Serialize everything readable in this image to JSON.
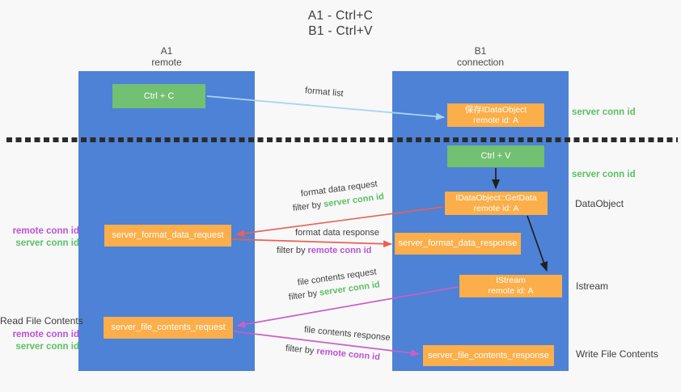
{
  "title": {
    "line1": "A1 - Ctrl+C",
    "line2": "B1 - Ctrl+V"
  },
  "lanes": {
    "a1": {
      "name": "A1",
      "subtitle": "remote"
    },
    "b1": {
      "name": "B1",
      "subtitle": "connection"
    }
  },
  "boxes": {
    "ctrl_c": {
      "label": "Ctrl + C"
    },
    "save_dataobject": {
      "line1": "保存IDataObject",
      "line2": "remote id: A"
    },
    "ctrl_v": {
      "label": "Ctrl + V"
    },
    "getdata": {
      "line1": "IDataObject::GetData",
      "line2": "remote id: A"
    },
    "format_request": {
      "label": "server_format_data_request"
    },
    "format_response": {
      "label": "server_format_data_response"
    },
    "istream": {
      "line1": "IStream",
      "line2": "remote id: A"
    },
    "file_request": {
      "label": "server_file_contents_request"
    },
    "file_response": {
      "label": "server_file_contents_response"
    }
  },
  "side_labels": {
    "server_conn_id_top": "server conn id",
    "server_conn_id_mid": "server conn id",
    "dataobject": "DataObject",
    "istream": "Istream",
    "write_file_contents": "Write File Contents",
    "read_file_contents": "Read File Contents",
    "left_pair_1": {
      "remote": "remote conn id",
      "server": "server conn id"
    },
    "left_pair_2": {
      "remote": "remote conn id",
      "server": "server conn id"
    }
  },
  "flows": {
    "format_list": {
      "label": "format list"
    },
    "format_data_request": {
      "label": "format data request",
      "filter_prefix": "filter by ",
      "filter_id": "server conn id"
    },
    "format_data_response": {
      "label": "format data response",
      "filter_prefix": "filter by ",
      "filter_id": "remote conn id"
    },
    "file_contents_request": {
      "label": "file contents request",
      "filter_prefix": "filter by ",
      "filter_id": "server conn id"
    },
    "file_contents_response": {
      "label": "file contents response",
      "filter_prefix": "filter by ",
      "filter_id": "remote conn id"
    }
  },
  "colors": {
    "background": "#f8f8f8",
    "lane_blue": "#4d82d6",
    "box_green": "#72c071",
    "box_orange": "#fbae49",
    "accent_green": "#5abf63",
    "accent_purple": "#ba52d5",
    "arrow_light_blue": "#a8d4f2",
    "arrow_red": "#e96157",
    "arrow_magenta": "#ca5fc8",
    "arrow_black": "#1f1f1f",
    "divider": "#2b2b2b",
    "text_dark": "#3d3d3d"
  }
}
